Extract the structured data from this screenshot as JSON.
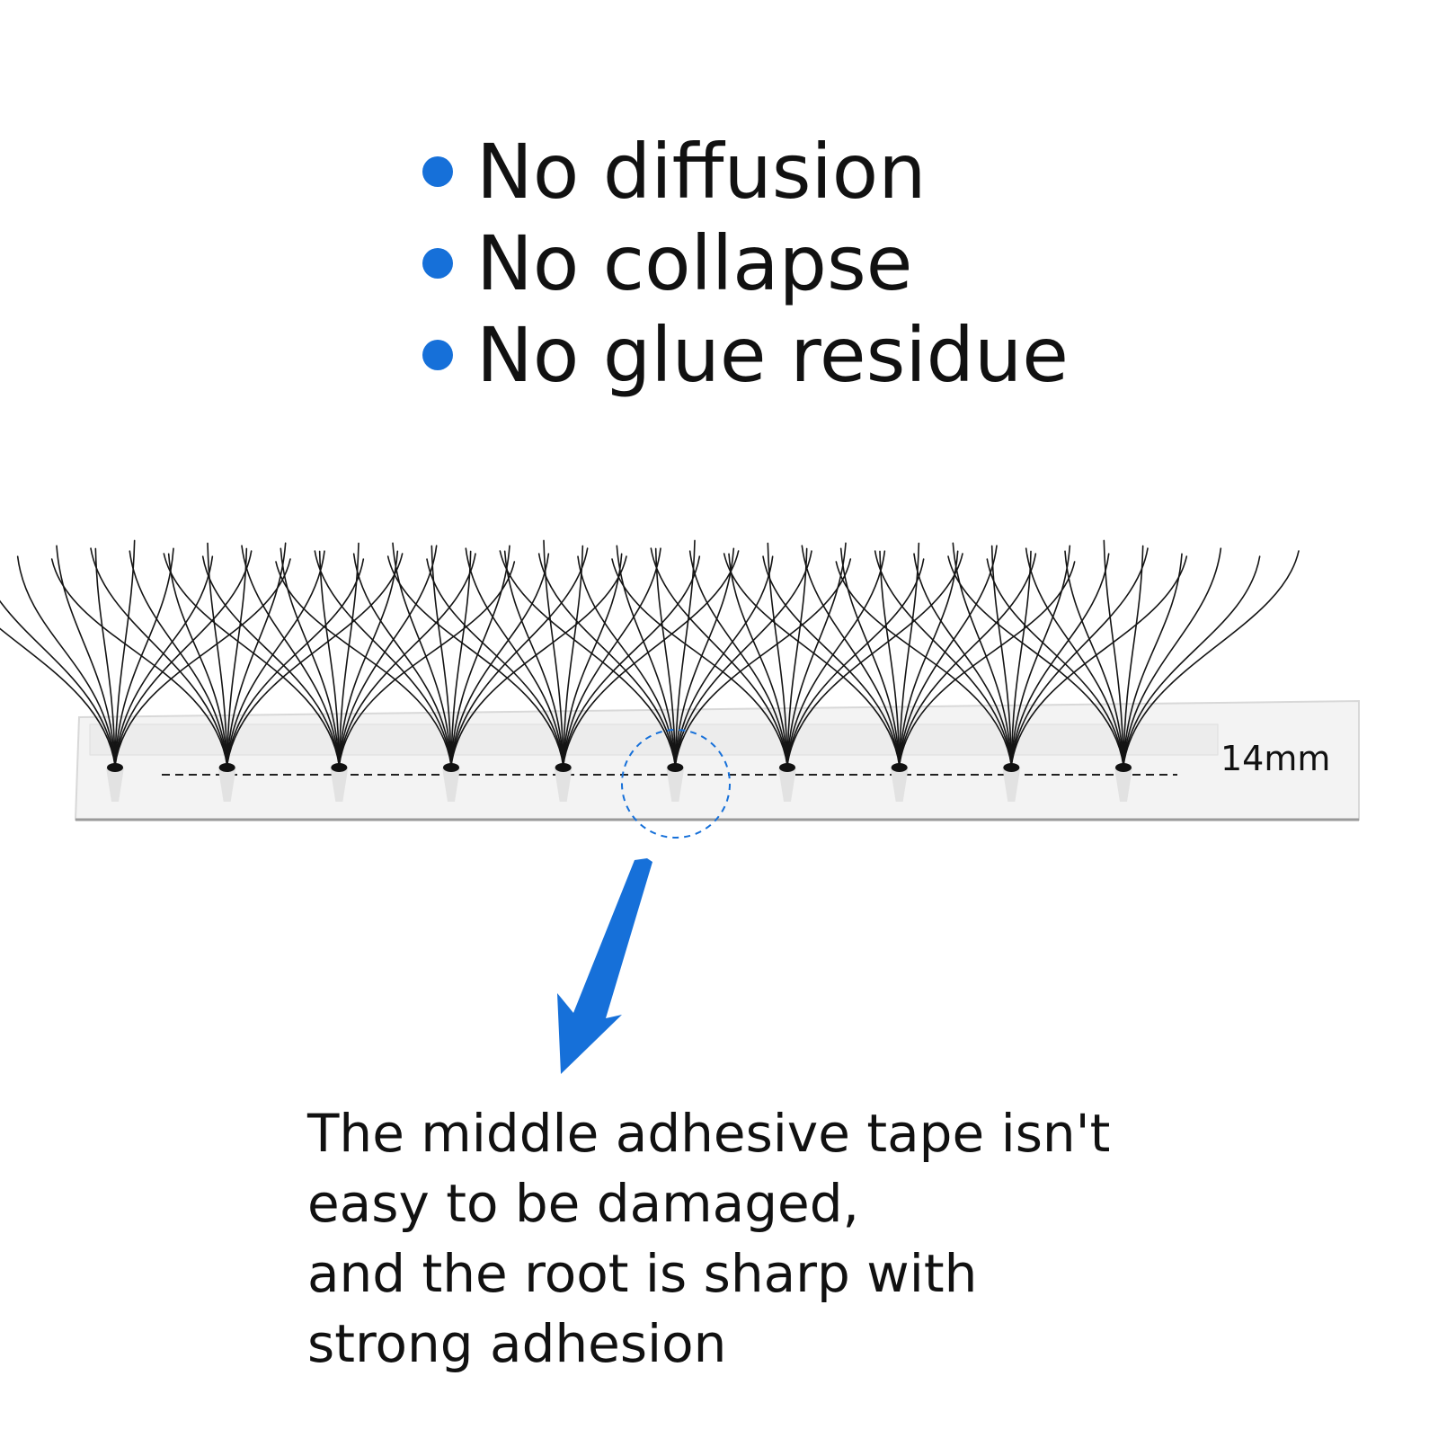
{
  "features": [
    {
      "label": "No diffusion"
    },
    {
      "label": "No collapse"
    },
    {
      "label": "No glue residue"
    }
  ],
  "length_label": "14mm",
  "description_lines": [
    "The middle adhesive tape isn't",
    "easy to be damaged,",
    "and the root is sharp with",
    "strong adhesion"
  ],
  "colors": {
    "accent": "#1670d9",
    "text": "#111111",
    "lash": "#141414",
    "strip": "#f2f2f2"
  },
  "icons": {
    "bullet": "circle-bullet-icon",
    "callout_circle": "dashed-circle-icon",
    "callout_arrow": "arrow-down-left-icon"
  },
  "strip": {
    "clusters": 10,
    "fibers_per_cluster": 10
  }
}
